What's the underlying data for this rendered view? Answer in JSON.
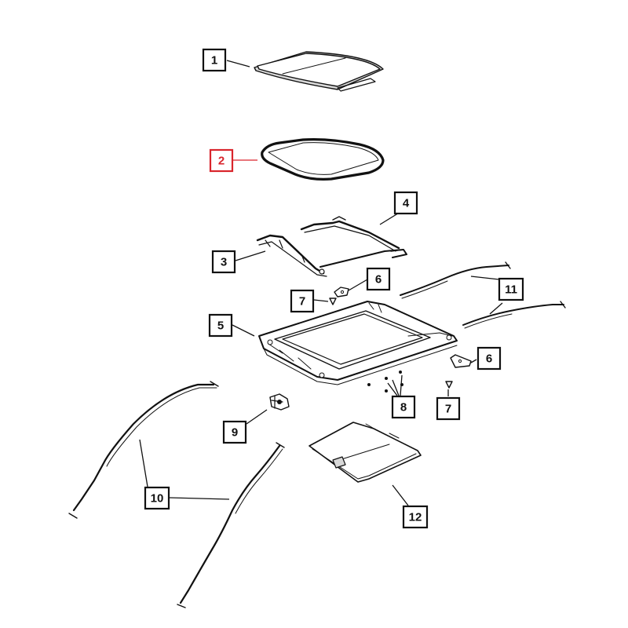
{
  "diagram": {
    "highlight_color": "#d9252c",
    "callouts": [
      {
        "id": "c1",
        "label": "1"
      },
      {
        "id": "c2",
        "label": "2",
        "highlighted": true
      },
      {
        "id": "c3",
        "label": "3"
      },
      {
        "id": "c4",
        "label": "4"
      },
      {
        "id": "c5",
        "label": "5"
      },
      {
        "id": "c6a",
        "label": "6"
      },
      {
        "id": "c6b",
        "label": "6"
      },
      {
        "id": "c7a",
        "label": "7"
      },
      {
        "id": "c7b",
        "label": "7"
      },
      {
        "id": "c8",
        "label": "8"
      },
      {
        "id": "c9",
        "label": "9"
      },
      {
        "id": "c10",
        "label": "10"
      },
      {
        "id": "c11",
        "label": "11"
      },
      {
        "id": "c12",
        "label": "12"
      }
    ]
  }
}
